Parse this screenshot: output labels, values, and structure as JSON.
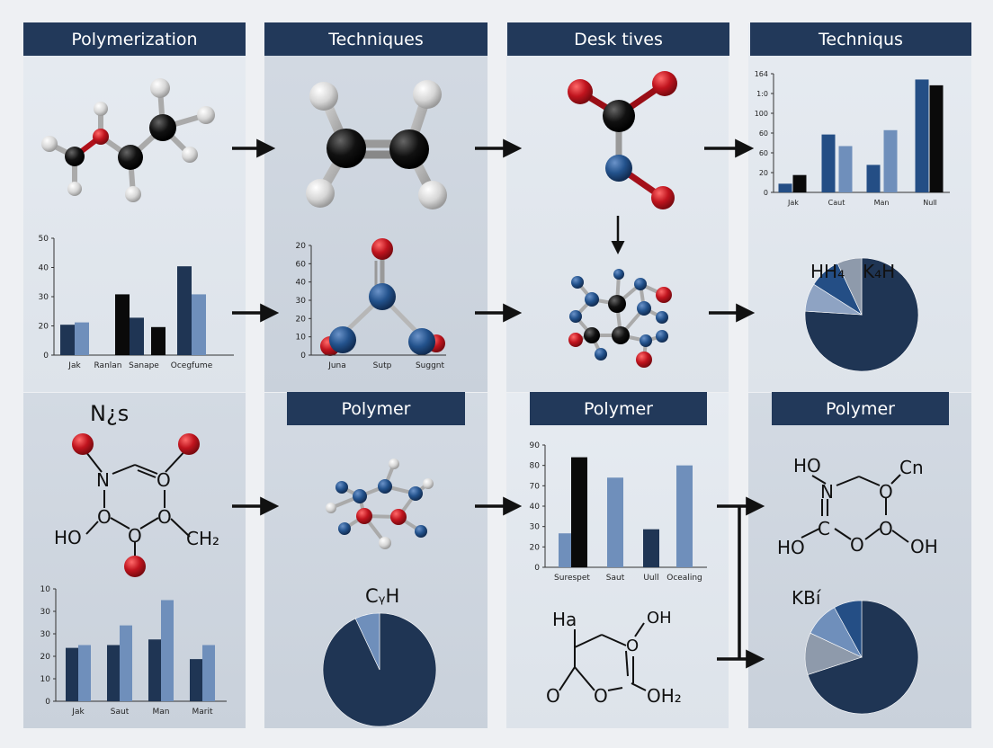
{
  "headers": {
    "h1": "Polymerization",
    "h2": "Techniques",
    "h3": "Desk tives",
    "h4": "Techniqus",
    "h5": "Polymer",
    "h6": "Polymer",
    "h7": "Polymer"
  },
  "labels": {
    "nus": "N¿s",
    "hh": "HH₄",
    "kh": "K₄H",
    "cgh": "CᵧH",
    "kbi": "KBí",
    "ho1": "HO",
    "ch2": "CH₂",
    "ho2": "HO",
    "cn": "Cn",
    "ho3": "HO",
    "oh1": "OH",
    "ha": "Ha",
    "oh2": "OH",
    "oh3": "OH₂",
    "o1": "O",
    "o2": "O",
    "n1": "N",
    "c1": "C"
  },
  "colors": {
    "navy": "#22395a",
    "dark": "#1f3554",
    "mid": "#244e85",
    "light": "#6f8fbb",
    "black": "#0a0a0a",
    "grey": "#8e9aab",
    "atom_red": "#c0141e",
    "atom_blue": "#23528c"
  },
  "chart_data": [
    {
      "type": "bar",
      "yticks": [
        "164",
        "1:0",
        "100",
        "60",
        "60",
        "20",
        "0"
      ],
      "ylim": [
        0,
        164
      ],
      "categories": [
        "Jak",
        "Caut",
        "Man",
        "Null"
      ],
      "series": [
        {
          "color": "#244e85",
          "values": [
            12,
            80,
            38,
            156
          ]
        },
        {
          "color": "#0a0a0a",
          "values": [
            24,
            0,
            0,
            148
          ]
        },
        {
          "color": "#6f8fbb",
          "values": [
            0,
            64,
            86,
            0
          ]
        }
      ]
    },
    {
      "type": "bar",
      "yticks": [
        "50",
        "40",
        "30",
        "20",
        "0"
      ],
      "ylim": [
        0,
        50
      ],
      "categories": [
        "Jak",
        "Ranlan",
        "Sanape",
        "Ocegfume"
      ],
      "series": [
        {
          "color": "#1f3554",
          "values": [
            13,
            0,
            16,
            38
          ]
        },
        {
          "color": "#6f8fbb",
          "values": [
            14,
            0,
            0,
            26
          ]
        },
        {
          "color": "#0a0a0a",
          "values": [
            0,
            26,
            12,
            0
          ]
        }
      ]
    },
    {
      "type": "scatter",
      "yticks": [
        "20",
        "60",
        "40",
        "30",
        "20",
        "10",
        "0"
      ],
      "ylim": [
        0,
        20
      ],
      "categories": [
        "Juna",
        "Sutp",
        "Suggnt"
      ]
    },
    {
      "type": "bar",
      "yticks": [
        "90",
        "80",
        "70",
        "40",
        "30",
        "20",
        "0"
      ],
      "ylim": [
        0,
        90
      ],
      "categories": [
        "Surespet",
        "Saut",
        "Uull",
        "Ocealing"
      ],
      "series": [
        {
          "color": "#6f8fbb",
          "values": [
            25,
            0,
            0,
            0
          ]
        },
        {
          "color": "#0a0a0a",
          "values": [
            81,
            0,
            0,
            0
          ]
        },
        {
          "color": "#6f8fbb",
          "values": [
            0,
            66,
            0,
            75
          ]
        },
        {
          "color": "#1f3554",
          "values": [
            0,
            0,
            28,
            0
          ]
        }
      ]
    },
    {
      "type": "bar",
      "yticks": [
        "10",
        "30",
        "30",
        "20",
        "10",
        "0"
      ],
      "ylim": [
        0,
        40
      ],
      "categories": [
        "Jak",
        "Saut",
        "Man",
        "Marit"
      ],
      "series": [
        {
          "color": "#1f3554",
          "values": [
            19,
            20,
            22,
            15
          ]
        },
        {
          "color": "#6f8fbb",
          "values": [
            20,
            27,
            0,
            20
          ]
        },
        {
          "color": "#6f8fbb",
          "values": [
            0,
            0,
            36,
            0
          ]
        }
      ]
    },
    {
      "type": "pie",
      "values": [
        76,
        8,
        9,
        7
      ],
      "colors": [
        "#1f3554",
        "#8ea3c3",
        "#244e85",
        "#8e9aab"
      ]
    },
    {
      "type": "pie",
      "values": [
        93,
        7
      ],
      "colors": [
        "#1f3554",
        "#6f8fbb"
      ]
    },
    {
      "type": "pie",
      "values": [
        70,
        12,
        10,
        8
      ],
      "colors": [
        "#1f3554",
        "#8e9aab",
        "#6f8fbb",
        "#244e85"
      ]
    }
  ]
}
